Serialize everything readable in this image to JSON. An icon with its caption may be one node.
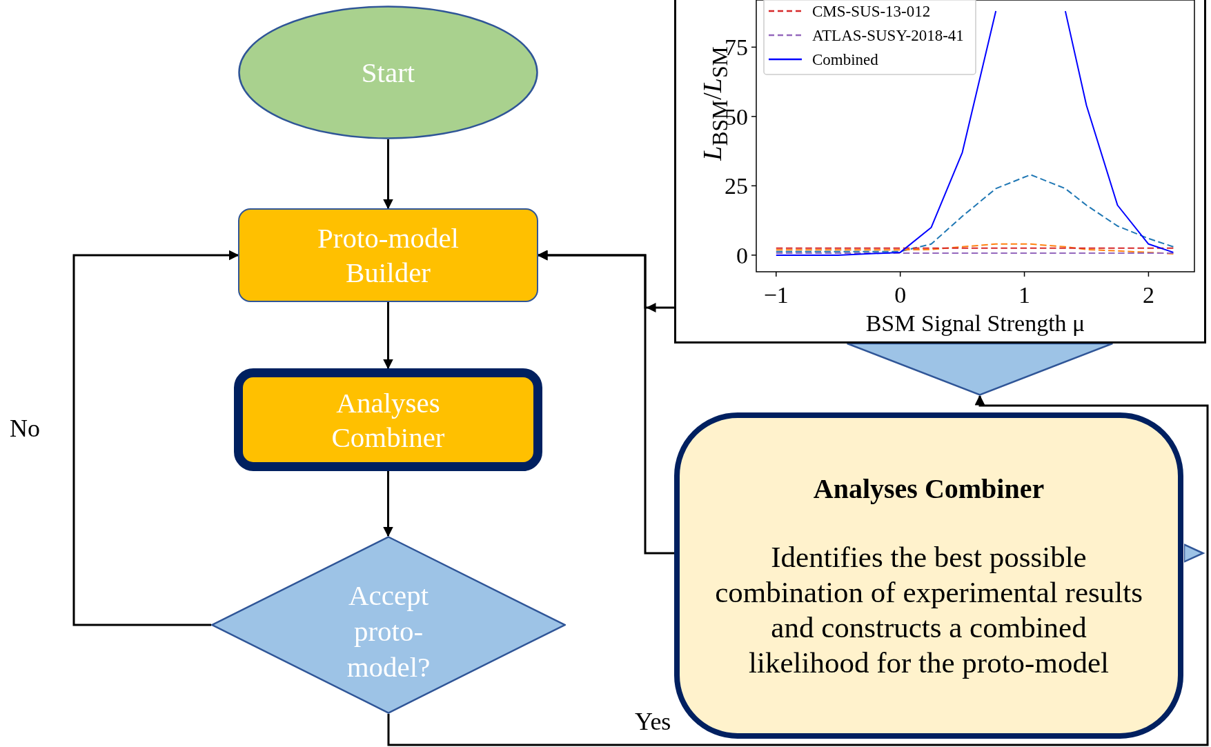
{
  "diagram": {
    "nodes": [
      {
        "text": [
          "Start"
        ]
      },
      {
        "text": [
          "Proto-model Builder"
        ]
      },
      {
        "text": [
          "Analyses Combiner"
        ]
      },
      {
        "text": [
          "Accept proto-model?"
        ]
      },
      {
        "text": [],
        "shape": "diamond"
      },
      {
        "text": [],
        "shape": "diamond"
      },
      {
        "text": [
          "Analyses Combiner",
          "Identifies the best possible combination of experimental results and constructs a combined likelihood for the proto-model"
        ]
      }
    ],
    "edges": [
      {
        "from": 0,
        "to": 1,
        "arrow": "to"
      },
      {
        "from": 1,
        "to": 2,
        "arrow": "to"
      },
      {
        "from": 2,
        "to": 3,
        "arrow": "to"
      },
      {
        "from": 3,
        "to": 1,
        "arrow": "to",
        "label": "No"
      },
      {
        "from": 3,
        "to": 4,
        "arrow": "to",
        "label": "Yes"
      },
      {
        "from": null,
        "to": 1,
        "arrow": "to"
      },
      {
        "from": 6,
        "to": 1,
        "arrow": "to"
      }
    ],
    "chart_data": {
      "type": "line",
      "xlabel": "BSM Signal Strength μ",
      "ylabel": "*L*$_{BSM}$/*L*$_{SM}$",
      "x": [
        -1,
        -0.5,
        0,
        0.25,
        0.5,
        0.77,
        1.05,
        1.33,
        1.5,
        1.75,
        2,
        2.2
      ],
      "series": [
        {
          "color": "#1f77b4",
          "line_style": "dashed",
          "values": [
            1.3,
            1.3,
            1.3,
            4,
            14,
            24,
            29,
            24,
            18,
            10.5,
            6,
            3
          ]
        },
        {
          "color": "#ff7f0e",
          "line_style": "dashed",
          "values": [
            1.9,
            1.9,
            1.9,
            2,
            3,
            4,
            4,
            3,
            2,
            1.5,
            1,
            0.5
          ]
        },
        {
          "name": "CMS-SUS-13-012",
          "color": "#d62728",
          "line_style": "dashed",
          "values": [
            2.5,
            2.5,
            2.5,
            2.5,
            2.5,
            2.5,
            2.5,
            2.5,
            2.5,
            2.5,
            2.5,
            2.5
          ]
        },
        {
          "name": "ATLAS-SUSY-2018-41",
          "color": "#9467bd",
          "line_style": "dashed",
          "values": [
            0.7,
            0.7,
            0.7,
            0.7,
            0.7,
            0.7,
            0.7,
            0.7,
            0.7,
            0.7,
            0.7,
            0.7
          ]
        },
        {
          "name": "Combined",
          "color": "#0000ff",
          "values": [
            0,
            0,
            1,
            10,
            37,
            88,
            null,
            88,
            54,
            18,
            4,
            1
          ]
        }
      ],
      "xlim": [
        -1.16,
        2.37
      ],
      "ylim": [
        -6,
        92
      ],
      "xticks": [
        {
          "value": -1,
          "label": "−1"
        },
        0,
        1,
        2
      ],
      "yticks": [
        0,
        25,
        50,
        75
      ],
      "legend": "upper left"
    }
  }
}
